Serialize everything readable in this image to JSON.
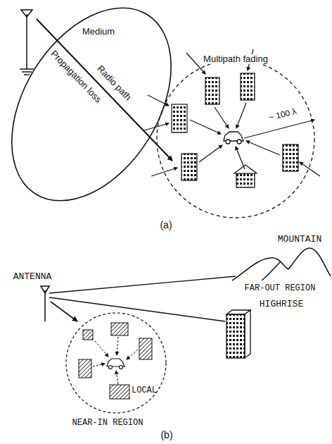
{
  "diagram": {
    "nodes": [
      {
        "text": [
          "Medium",
          "Radio path",
          "Propagation loss"
        ]
      },
      {
        "text": [
          "Multipath fading",
          "~ 100 λ"
        ]
      },
      {
        "text": [
          "LOCAL",
          "NEAR-IN REGION"
        ]
      }
    ],
    "labels": [
      "(a)",
      "ANTENNA",
      "MOUNTAIN",
      "FAR-OUT REGION",
      "HIGHRISE",
      "(b)"
    ]
  }
}
